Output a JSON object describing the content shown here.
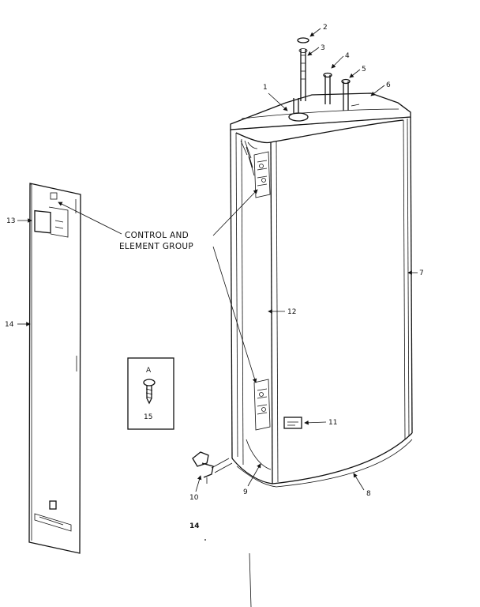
{
  "callout": {
    "line1": "CONTROL AND",
    "line2": "ELEMENT GROUP"
  },
  "parts": {
    "p1": "1",
    "p2": "2",
    "p3": "3",
    "p4": "4",
    "p5": "5",
    "p6": "6",
    "p7": "7",
    "p8": "8",
    "p9": "9",
    "p10": "10",
    "p11": "11",
    "p12": "12",
    "p13": "13",
    "p14": "14",
    "p15": "15"
  },
  "inset": {
    "letter": "A",
    "number": "15"
  },
  "bottom_label": "14"
}
